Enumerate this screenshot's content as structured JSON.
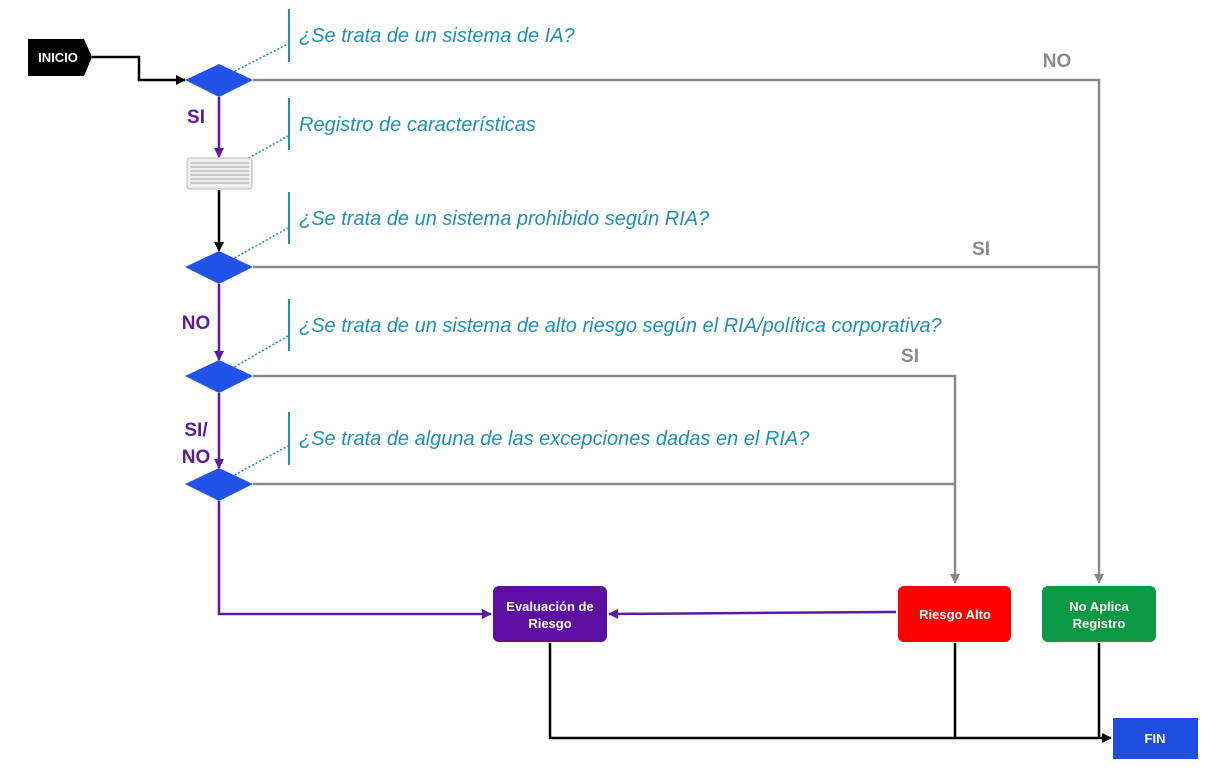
{
  "start_label": "INICIO",
  "end_label": "FIN",
  "questions": {
    "q1": "¿Se trata de un sistema de IA?",
    "registro": "Registro de características",
    "q2": "¿Se trata de un sistema prohibido según RIA?",
    "q3": "¿Se trata de un sistema de alto riesgo según el RIA/política corporativa?",
    "q4": "¿Se trata de alguna de las excepciones dadas en el RIA?"
  },
  "edge_labels": {
    "q1_yes": "SI",
    "q1_no": "NO",
    "q2_no": "NO",
    "q2_yes": "SI",
    "q3_yes": "SI",
    "q4_a": "SI/",
    "q4_b": "NO"
  },
  "boxes": {
    "evaluacion_line1": "Evaluación de",
    "evaluacion_line2": "Riesgo",
    "riesgo_alto": "Riesgo Alto",
    "no_aplica_line1": "No Aplica",
    "no_aplica_line2": "Registro"
  },
  "colors": {
    "decision": "#2352e8",
    "evaluacion": "#5b0ea1",
    "riesgo_alto": "#ff0000",
    "no_aplica": "#0b9a43",
    "fin": "#1f4fe0",
    "inicio": "#000000",
    "question_text": "#1f8fb4",
    "purple_flow": "#5b1aa0",
    "gray_flow": "#8a8a8a"
  }
}
